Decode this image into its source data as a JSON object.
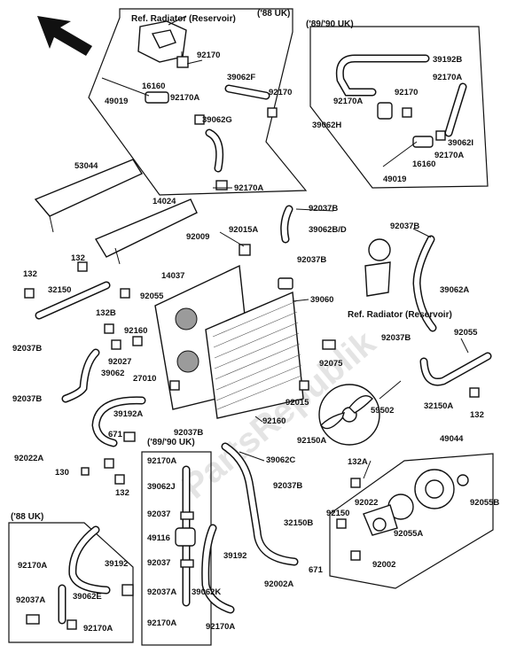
{
  "diagram": {
    "watermark": "PartsRepublik",
    "boxes": {
      "top_left": {
        "ref_label": "Ref. Radiator (Reservoir)",
        "variant": "('88 UK)"
      },
      "top_right": {
        "variant": "('89/'90 UK)"
      },
      "bottom_left": {
        "variant": "('88 UK)"
      },
      "bottom_mid": {
        "variant": "('89/'90 UK)"
      },
      "center_ref": "Ref. Radiator (Reservoir)"
    },
    "labels": {
      "l92170_a": "92170",
      "l39062F": "39062F",
      "l92170_b": "92170",
      "l49019_a": "49019",
      "l16160_a": "16160",
      "l92170A_a": "92170A",
      "l39062G": "39062G",
      "l92170A_b": "92170A",
      "l39192B": "39192B",
      "l92170A_c": "92170A",
      "l92170A_d": "92170A",
      "l92170_c": "92170",
      "l39062H": "39062H",
      "l39062I": "39062I",
      "l92170A_e": "92170A",
      "l16160_b": "16160",
      "l49019_b": "49019",
      "l53044": "53044",
      "l14024": "14024",
      "l92037B_a": "92037B",
      "l92037B_b": "92037B",
      "l92009": "92009",
      "l92015A": "92015A",
      "l39062BD": "39062B/D",
      "l92037B_c": "92037B",
      "l132_a": "132",
      "l132_b": "132",
      "l14037": "14037",
      "l32150": "32150",
      "l92055_a": "92055",
      "l39060": "39060",
      "l39062A": "39062A",
      "l132B": "132B",
      "l92160_a": "92160",
      "l92037B_d": "92037B",
      "l92027": "92027",
      "l39062": "39062",
      "l92075": "92075",
      "l92055_b": "92055",
      "l27010": "27010",
      "l92037B_e": "92037B",
      "l92037B_f": "92037B",
      "l39192A": "39192A",
      "l92015": "92015",
      "l59502": "59502",
      "l32150A": "32150A",
      "l92160_b": "92160",
      "l132_c": "132",
      "l671_a": "671",
      "l92150A": "92150A",
      "l92037B_g": "92037B",
      "l49044": "49044",
      "l92022A": "92022A",
      "l130": "130",
      "l132_d": "132",
      "l92170A_f": "92170A",
      "l39062C": "39062C",
      "l39062J": "39062J",
      "l92037B_h": "92037B",
      "l132A": "132A",
      "l92037_a": "92037",
      "l32150B": "32150B",
      "l49116": "49116",
      "l92022": "92022",
      "l92150": "92150",
      "l92055B": "92055B",
      "l92055A": "92055A",
      "l92037_b": "92037",
      "l39192_a": "39192",
      "l671_b": "671",
      "l92002A": "92002A",
      "l92002": "92002",
      "l92037A_a": "92037A",
      "l39062K": "39062K",
      "l92170A_g": "92170A",
      "l92170A_h": "92170A",
      "l39192_b": "39192",
      "l92037A_b": "92037A",
      "l39062E": "39062E",
      "l92170A_i": "92170A"
    }
  }
}
